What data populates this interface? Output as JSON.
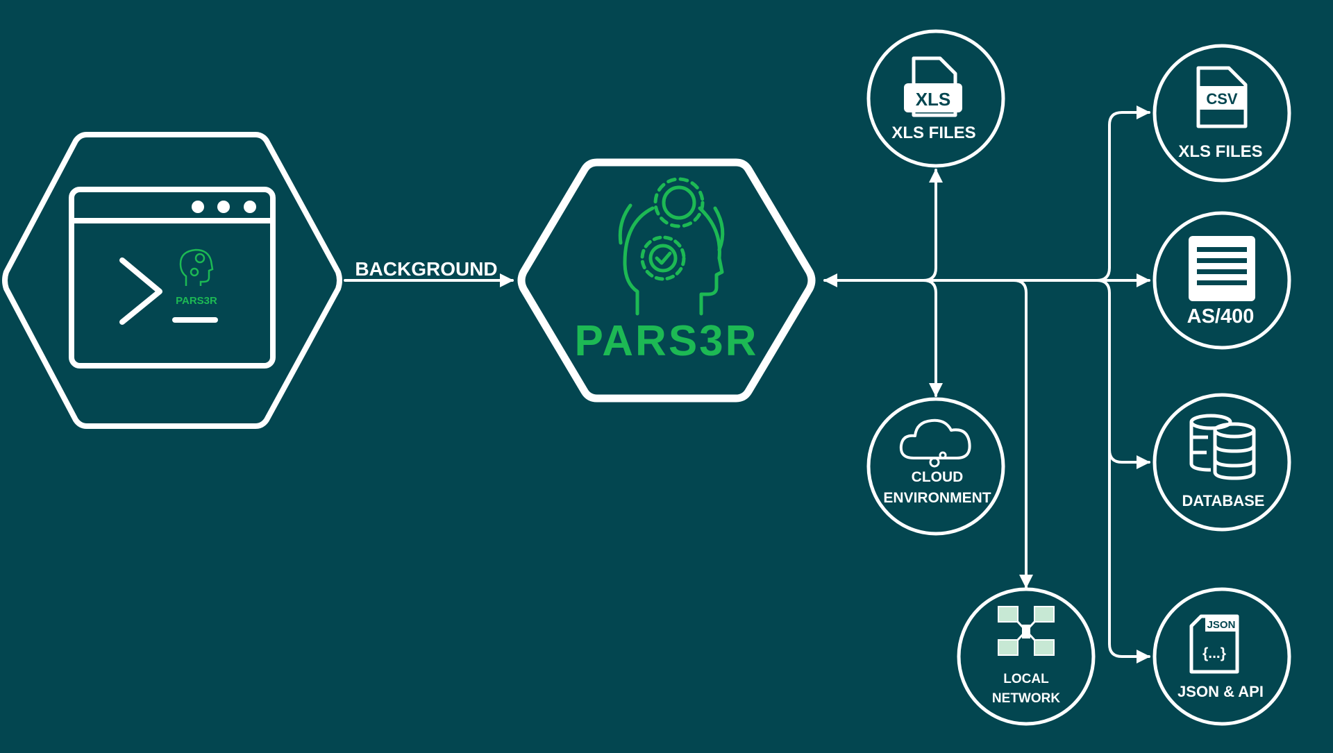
{
  "colors": {
    "background": "#034650",
    "stroke": "#ffffff",
    "accent": "#1db954"
  },
  "source": {
    "icon": "terminal-window-icon",
    "logo_text": "PARS3R"
  },
  "edge_label": "BACKGROUND",
  "hub": {
    "icon": "head-gears-icon",
    "logo_text": "PARS3R"
  },
  "nodes": {
    "xls": {
      "icon": "xls-file-icon",
      "badge": "XLS",
      "label": "XLS FILES"
    },
    "csv": {
      "icon": "csv-file-icon",
      "badge": "CSV",
      "label": "XLS FILES"
    },
    "as400": {
      "icon": "document-lines-icon",
      "label": "AS/400"
    },
    "database": {
      "icon": "database-icon",
      "label": "DATABASE"
    },
    "json": {
      "icon": "json-file-icon",
      "badge": "JSON",
      "code": "{...}",
      "label": "JSON & API"
    },
    "cloud": {
      "icon": "cloud-gears-icon",
      "label_line1": "CLOUD",
      "label_line2": "ENVIRONMENT"
    },
    "network": {
      "icon": "local-network-icon",
      "label_line1": "LOCAL",
      "label_line2": "NETWORK"
    }
  }
}
